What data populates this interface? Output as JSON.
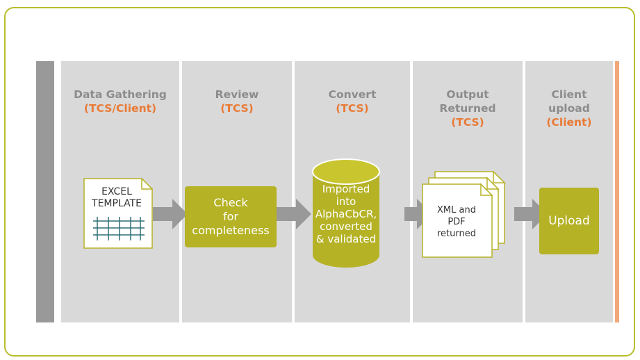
{
  "columns": [
    {
      "title": "Data Gathering",
      "role": "(TCS/Client)"
    },
    {
      "title": "Review",
      "role": "(TCS)"
    },
    {
      "title": "Convert",
      "role": "(TCS)"
    },
    {
      "title_line1": "Output",
      "title_line2": "Returned",
      "role": "(TCS)"
    },
    {
      "title_line1": "Client",
      "title_line2": "upload",
      "role": "(Client)"
    }
  ],
  "excel_doc": {
    "line1": "EXCEL",
    "line2": "TEMPLATE"
  },
  "review_box": {
    "line1": "Check",
    "line2": "for",
    "line3": "completeness"
  },
  "convert_cylinder": {
    "line1": "Imported",
    "line2": "into",
    "line3": "AlphaCbCR,",
    "line4": "converted",
    "line5": "& validated"
  },
  "output_docs": {
    "line1": "XML and",
    "line2": "PDF",
    "line3": "returned"
  },
  "upload_box": {
    "label": "Upload"
  },
  "colors": {
    "frame": "#b8bd2b",
    "column": "#d9d9d9",
    "heading": "#8c8c8c",
    "role": "#e97a36",
    "green": "#b5b226",
    "arrow": "#999999"
  }
}
